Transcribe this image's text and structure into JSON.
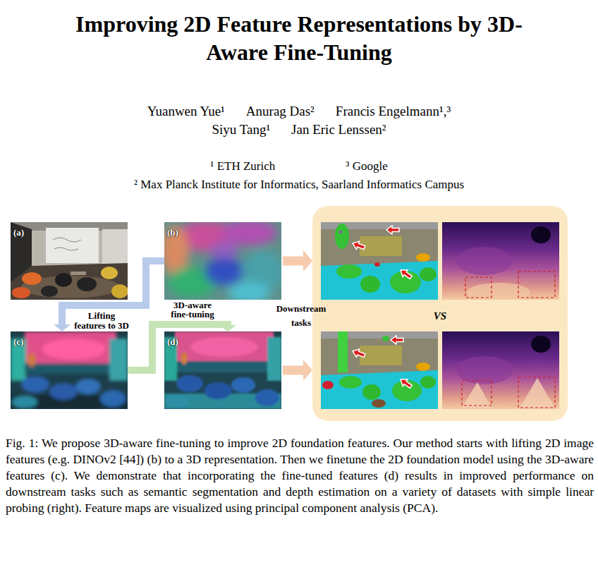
{
  "diagram": {
    "title": "Improving 2D Feature Representations by 3D-Aware Fine-Tuning",
    "caption": "Fig. 1: We propose 3D-aware fine-tuning to improve 2D foundation features. Our method starts with lifting 2D image features (e.g. DINOv2 [44]) (b) to a 3D representation. Then we finetune the 2D foundation model using the 3D-aware features (c). We demonstrate that incorporating the fine-tuned features (d) results in improved performance on downstream tasks such as semantic segmentation and depth estimation on a variety of datasets with simple linear probing (right). Feature maps are visualized using principal component analysis (PCA).",
    "nodes": [
      {
        "text": [
          "(a)"
        ]
      },
      {
        "text": [
          "(b)"
        ]
      },
      {
        "text": [
          "(c)"
        ]
      },
      {
        "text": [
          "(d)"
        ]
      },
      {
        "text": [
          "VS"
        ]
      }
    ],
    "edges": [
      {
        "from": 1,
        "to": 2,
        "arrow": "to",
        "label": "Lifting features to 3D"
      },
      {
        "from": 2,
        "to": 3,
        "arrow": "to",
        "label": "3D-aware fine-tuning"
      },
      {
        "from": 1,
        "to": 4,
        "arrow": "to"
      },
      {
        "from": 3,
        "to": 4,
        "arrow": "to"
      }
    ],
    "labels": [
      "Yuanwen Yue¹",
      "Anurag Das²",
      "Francis Engelmann¹,³",
      "Siyu Tang¹",
      "Jan Eric Lenssen²",
      "¹ ETH Zurich",
      "³ Google",
      "² Max Planck Institute for Informatics, Saarland Informatics Campus",
      "Downstream tasks"
    ]
  }
}
